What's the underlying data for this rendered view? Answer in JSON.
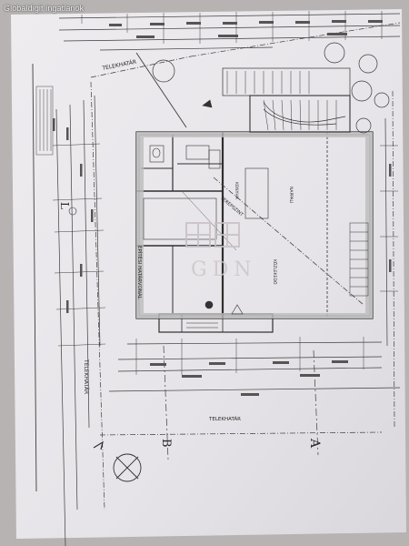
{
  "watermark": {
    "text": "Globaldigit ingatlanok"
  },
  "plan_labels": {
    "telekhatar": "TELEKHATÁR",
    "axis_l": "L",
    "axis_a": "A",
    "axis_b": "B",
    "epitesi_hatarvonal": "ÉPÍTÉSI HATÁRVONAL",
    "terepszint": "TEREPSZINT",
    "kozlekedo": "KÖZLEKEDŐ",
    "nappali": "NAPPALI",
    "konyha": "KONYHA"
  },
  "logo": {
    "text": "GDN"
  },
  "colors": {
    "paper": "#e9e7ea",
    "ink": "#3a3a3a",
    "wall": "#c9c9c9",
    "background": "#b9b5b3"
  }
}
